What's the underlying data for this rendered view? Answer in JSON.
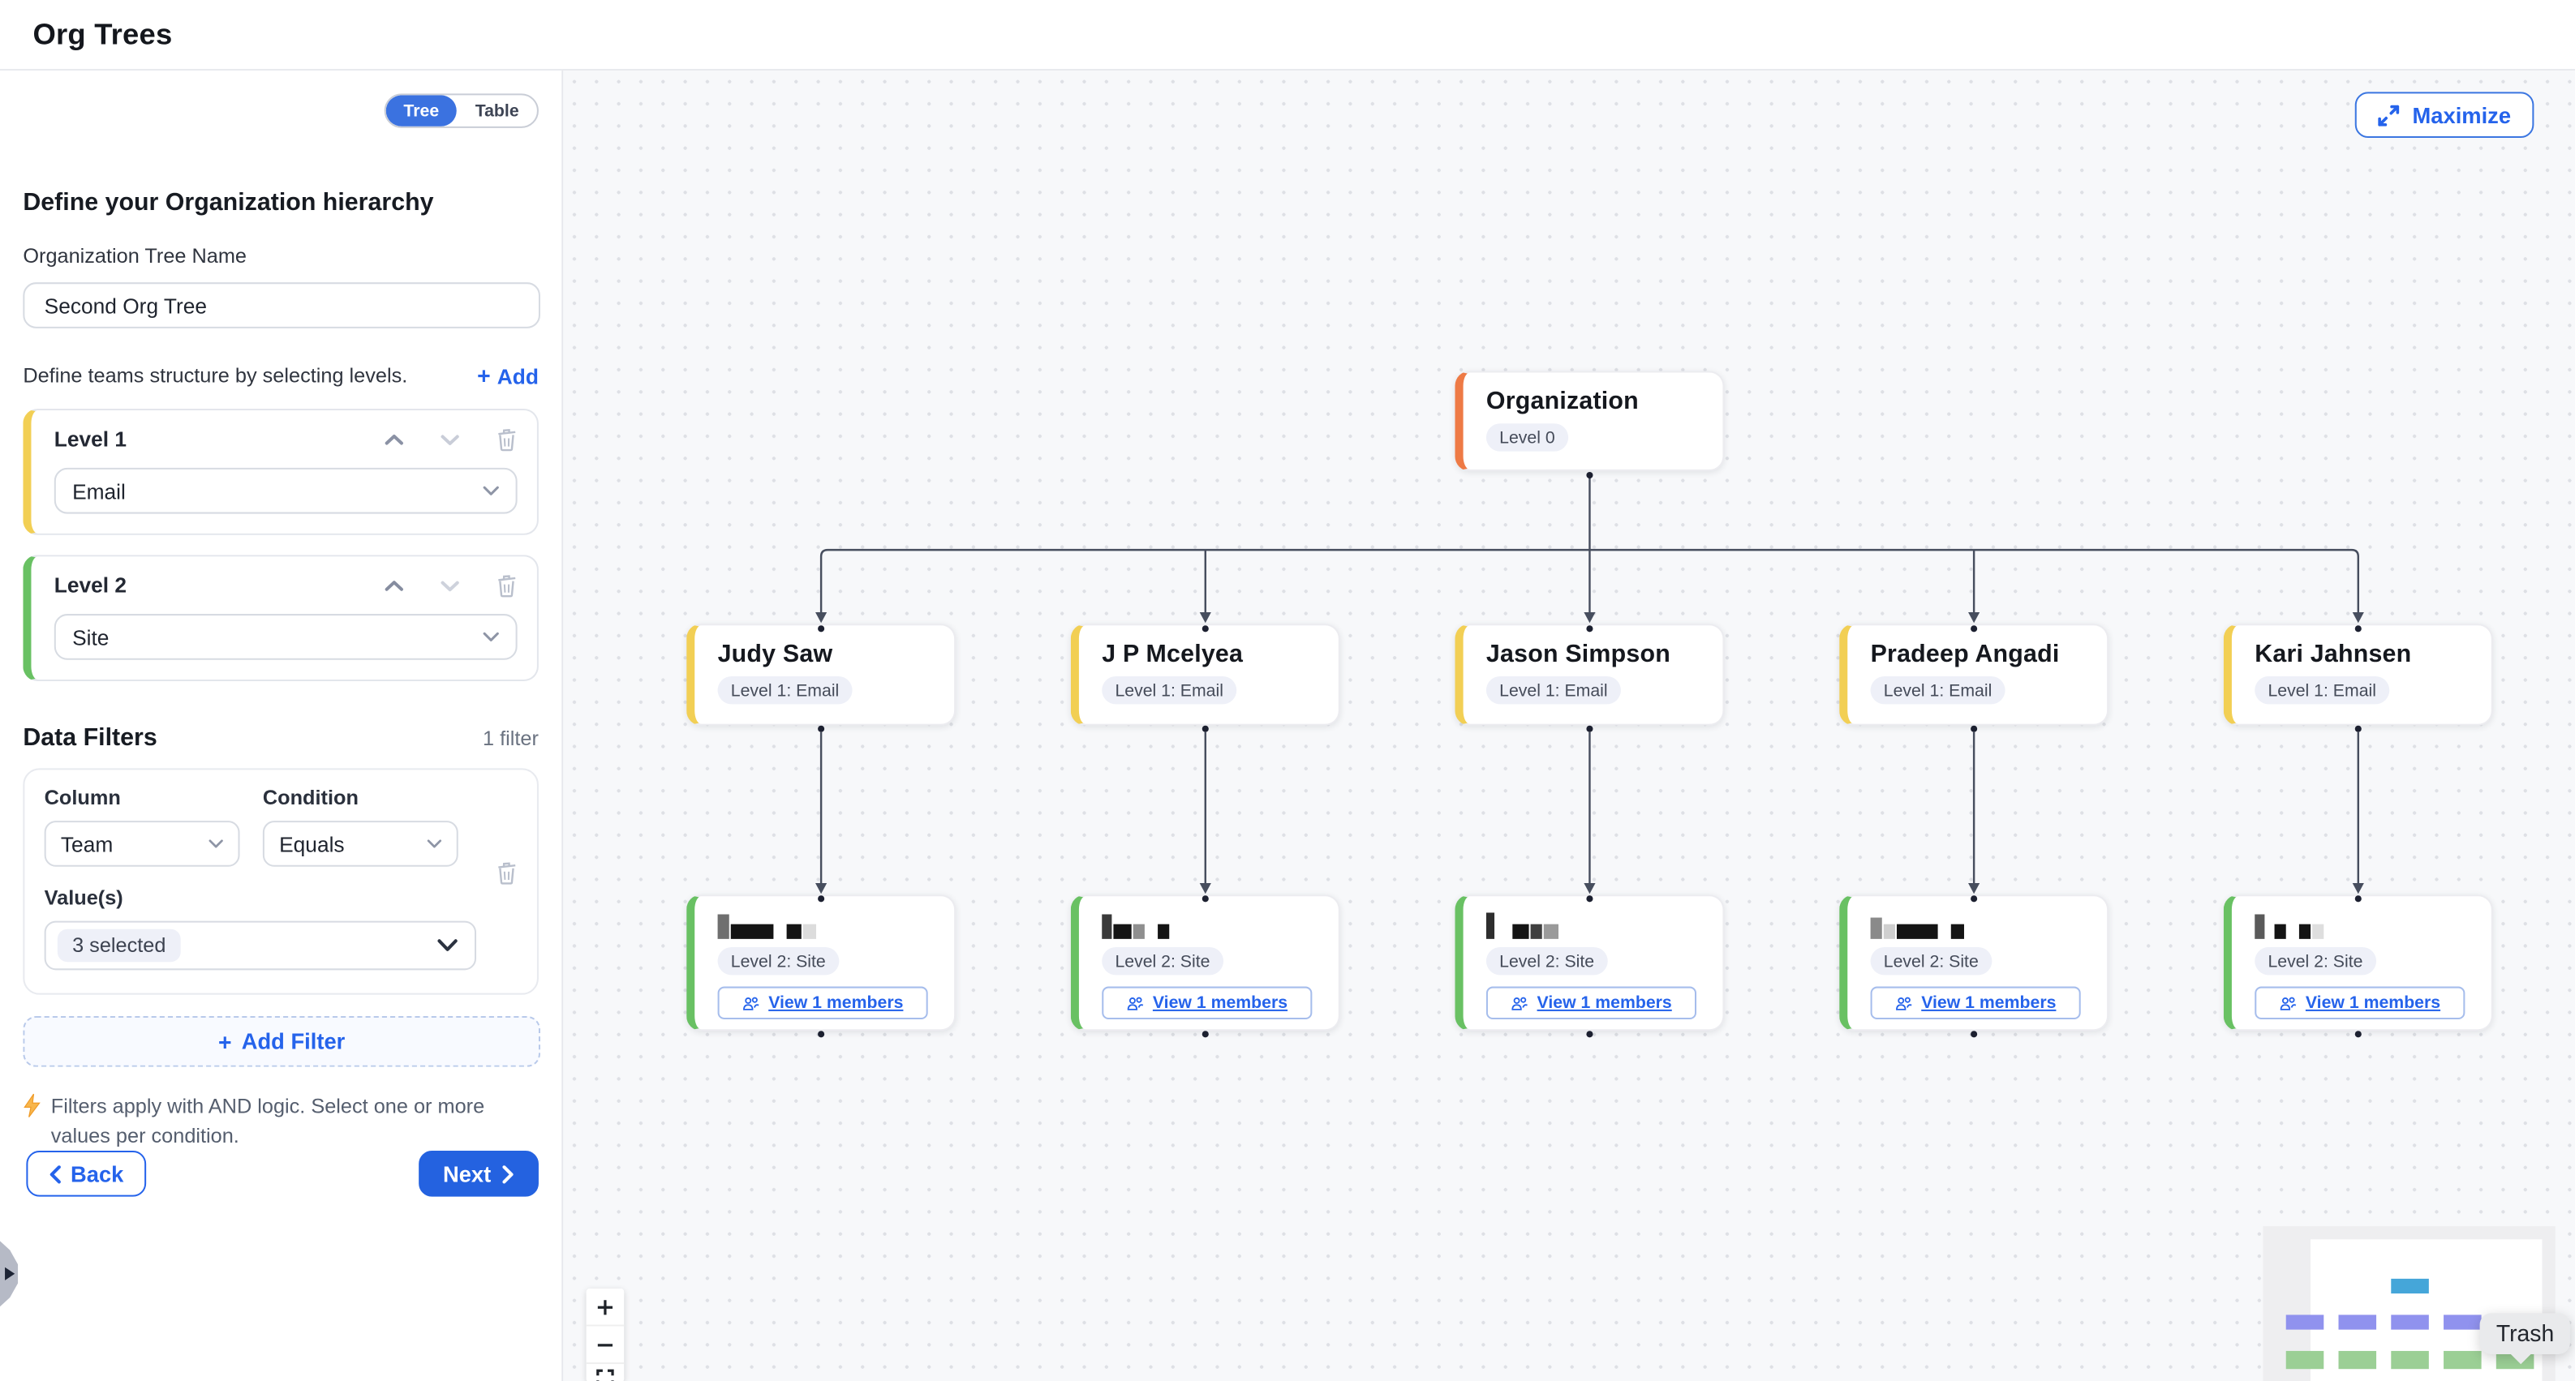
{
  "header": {
    "title": "Org Trees"
  },
  "sidebar": {
    "view_toggle": {
      "options": [
        "Tree",
        "Table"
      ],
      "active": "Tree"
    },
    "heading": "Define your Organization hierarchy",
    "tree_name": {
      "label": "Organization Tree Name",
      "value": "Second Org Tree"
    },
    "levels_section": {
      "description": "Define teams structure by selecting levels.",
      "add_label": "Add"
    },
    "levels": [
      {
        "label": "Level 1",
        "value": "Email",
        "accent": "#f2cf54"
      },
      {
        "label": "Level 2",
        "value": "Site",
        "accent": "#69c163"
      }
    ],
    "filters_section": {
      "title": "Data Filters",
      "count_label": "1 filter",
      "column_label": "Column",
      "condition_label": "Condition",
      "values_label": "Value(s)",
      "add_filter_label": "Add Filter",
      "note": "Filters apply with AND logic. Select one or more values per condition."
    },
    "filters": [
      {
        "column": "Team",
        "condition": "Equals",
        "values_summary": "3 selected"
      }
    ],
    "back_label": "Back",
    "next_label": "Next"
  },
  "canvas": {
    "maximize_label": "Maximize",
    "root": {
      "title": "Organization",
      "badge": "Level 0"
    },
    "level1_badge": "Level 1: Email",
    "level2_badge": "Level 2: Site",
    "view_members_label": "View 1 members",
    "tooltip": "Trash",
    "nodes": [
      {
        "name": "Judy Saw",
        "redacted_blocks": [
          {
            "w": 7,
            "h": 15,
            "c": "#6f6f6f"
          },
          {
            "w": 26,
            "h": 9,
            "c": "#141414"
          },
          {
            "w": 6,
            "gap": true
          },
          {
            "w": 9,
            "h": 9,
            "c": "#141414"
          },
          {
            "w": 8,
            "h": 9,
            "c": "#dcdcdc"
          }
        ]
      },
      {
        "name": "J P Mcelyea",
        "redacted_blocks": [
          {
            "w": 6,
            "h": 15,
            "c": "#3a3a3a"
          },
          {
            "w": 11,
            "h": 9,
            "c": "#141414"
          },
          {
            "w": 7,
            "h": 9,
            "c": "#8f8f8f"
          },
          {
            "w": 6,
            "gap": true
          },
          {
            "w": 7,
            "h": 9,
            "c": "#141414"
          }
        ]
      },
      {
        "name": "Jason Simpson",
        "redacted_blocks": [
          {
            "w": 5,
            "h": 16,
            "c": "#2e2e2e"
          },
          {
            "w": 9,
            "gap": true
          },
          {
            "w": 10,
            "h": 9,
            "c": "#141414"
          },
          {
            "w": 7,
            "h": 9,
            "c": "#3f3f3f"
          },
          {
            "w": 9,
            "h": 9,
            "c": "#9a9a9a"
          }
        ]
      },
      {
        "name": "Pradeep Angadi",
        "redacted_blocks": [
          {
            "w": 7,
            "h": 13,
            "c": "#8a8a8a"
          },
          {
            "w": 7,
            "h": 9,
            "c": "#cfcfcf"
          },
          {
            "w": 25,
            "h": 9,
            "c": "#141414"
          },
          {
            "w": 6,
            "gap": true
          },
          {
            "w": 8,
            "h": 9,
            "c": "#141414"
          }
        ]
      },
      {
        "name": "Kari Jahnsen",
        "redacted_blocks": [
          {
            "w": 6,
            "h": 15,
            "c": "#5a5a5a"
          },
          {
            "w": 4,
            "gap": true
          },
          {
            "w": 7,
            "h": 9,
            "c": "#141414"
          },
          {
            "w": 6,
            "gap": true
          },
          {
            "w": 7,
            "h": 9,
            "c": "#141414"
          },
          {
            "w": 7,
            "h": 9,
            "c": "#dedede"
          }
        ]
      }
    ]
  },
  "colors": {
    "primary_blue": "#2563eb",
    "root_accent": "#ee7a45",
    "level1_accent": "#f2cf54",
    "level2_accent": "#69c163",
    "badge_bg": "#eef0f8",
    "connector": "#474e5e",
    "canvas_bg": "#f7f8fa",
    "minimap_root": "#45a6d9",
    "minimap_level1": "#9092ee",
    "minimap_level2": "#9bcf95"
  }
}
